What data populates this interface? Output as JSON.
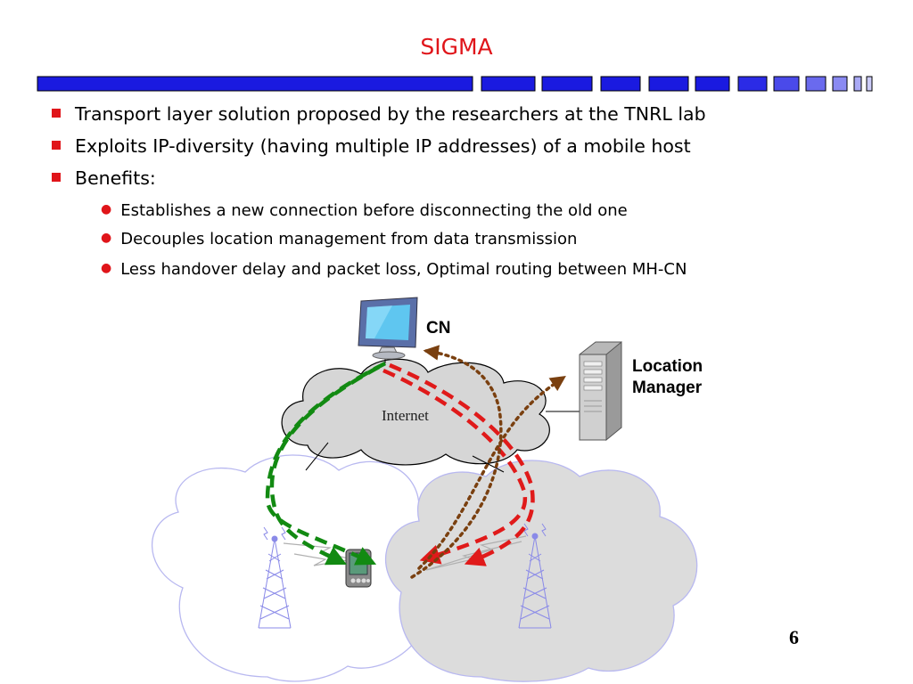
{
  "slide": {
    "title": "SIGMA",
    "page_number": "6"
  },
  "bullets": [
    "Transport layer solution proposed by the researchers at the TNRL lab",
    "Exploits IP-diversity (having multiple IP addresses)  of a mobile host",
    "Benefits:"
  ],
  "sub_bullets": [
    "Establishes a new connection before disconnecting the old one",
    "Decouples location management from data transmission",
    "Less handover delay and packet loss, Optimal routing between MH-CN"
  ],
  "diagram": {
    "cn_label": "CN",
    "location_manager_label": [
      "Location",
      "Manager"
    ],
    "internet_label": "Internet"
  },
  "colors": {
    "title": "#e0151a",
    "bar": "#1a1ae0",
    "green_path": "#128a12",
    "red_path": "#e01a1a",
    "brown_path": "#7a4010"
  }
}
